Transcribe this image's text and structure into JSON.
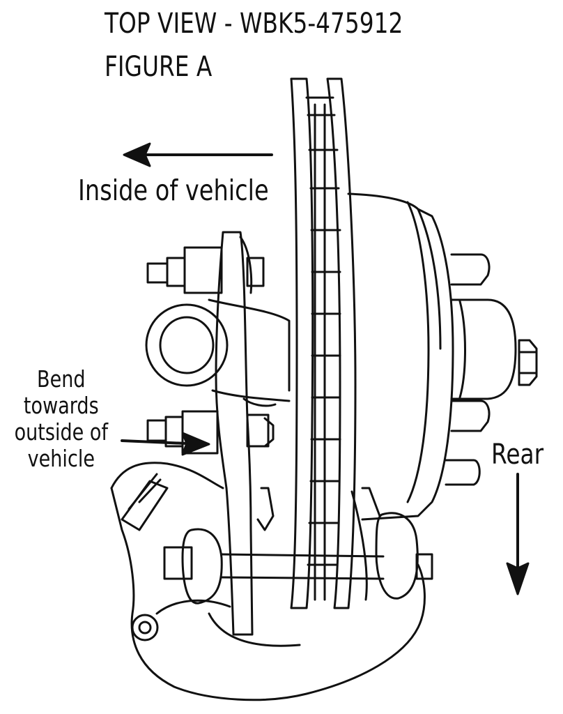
{
  "figure": {
    "title_line1": "TOP VIEW - WBK5-475912",
    "title_line2": "FIGURE A",
    "label_inside": "Inside of vehicle",
    "label_bend": [
      "Bend",
      "towards",
      "outside of",
      "vehicle"
    ],
    "label_rear": "Rear"
  }
}
